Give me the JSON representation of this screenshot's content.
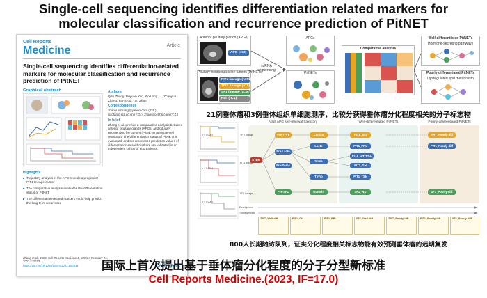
{
  "headline": {
    "line1": "Single-cell sequencing identifies differentiation related markers for",
    "line2": "molecular classification and recurrence prediction of PitNET"
  },
  "paper": {
    "brand_top": "Cell Reports",
    "brand_main": "Medicine",
    "type": "Article",
    "title": "Single-cell sequencing identifies differentiation-related markers for molecular classification and recurrence prediction of PitNET",
    "graphical_abstract": "Graphical abstract",
    "authors_heading": "Authors",
    "authors": "Qilin Zhang, Boyuan Yao, Xin Long, ..., Zhaoyun Zhang, Fan Guo, Yao Zhao",
    "correspondence_heading": "Correspondence",
    "correspondence": "zhaoyunzhang@yahoo.com (Z.Z.), guofan@ioz.ac.cn (F.G.), zhaoyao@hs.com (Y.Z.)",
    "in_brief_heading": "In brief",
    "in_brief": "Zhang et al. provide a comparative analysis between anterior pituitary glands (APGs) and pituitary neuroendocrine tumors (PitNETs) at single-cell resolution. The differentiation status of PitNETs is evaluated, and the recurrence prediction values of differentiation-related markers are validated in an independent cohort of 800 patients.",
    "highlights_heading": "Highlights",
    "highlights": [
      "Trajectory analysis in the APG reveals a progenitor PIT1 lineage cluster",
      "The comparative analysis evaluates the differentiation status of PitNET",
      "The differentiation-related markers could help predict the long-term recurrence"
    ],
    "citation": "Zhang et al., 2023, Cell Reports Medicine 4, 100934 February 21, 2023 © 2023",
    "doi": "https://doi.org/10.1016/j.xcrm.2023.100934",
    "publisher": "CellPress"
  },
  "workflow": {
    "apg_label": "Anterior pituitary glands (APGs)",
    "apg_chip": "APG (n=3)",
    "pitnet_label": "Pituitary neuroendocrine tumors (PitNETs)",
    "lineage_chips": [
      {
        "label": "PIT1 lineage (n=11)",
        "color": "#3b6fb6"
      },
      {
        "label": "TPIT lineage (n=5)",
        "color": "#e6a524"
      },
      {
        "label": "SF1 lineage (n=5)",
        "color": "#4aa05a"
      },
      {
        "label": "Null (n=1)",
        "color": "#8a8a8a"
      }
    ],
    "method_label": "scRNA sequencing",
    "apgs_panel": "APGs",
    "pitnets_panel": "PitNETs",
    "comparative": "Comparative analysis",
    "well_diff": "Well-differentiated PitNETs",
    "well_diff_sub": "Hormone-secreting pathways",
    "poorly_diff": "Poorly-differentiated PitNETs",
    "poorly_diff_sub": "Dysregulated lipid metabolism"
  },
  "caption_top": "21例垂体瘤和3例垂体组织单细胞测序，比较分获得垂体瘤分化程度相关的分子标志物",
  "analysis": {
    "lanes": [
      "Adult APG self-renewal trajectory",
      "Well-differentiated PitNETs",
      "Poorly-differentiated PitNETs"
    ],
    "lineages": [
      "TPIT lineage",
      "PIT1 lineage",
      "SF1 lineage"
    ],
    "stem": "STEM",
    "km_labels": [
      "p < 0.0001",
      "p < 0.0001",
      "p < 0.0001"
    ],
    "nodes": [
      {
        "label": "Pre-TPIT",
        "color": "#e6a524"
      },
      {
        "label": "Cortico",
        "color": "#e6a524"
      },
      {
        "label": "PIT1_WD",
        "color": "#e6a524"
      },
      {
        "label": "TPIT_Poorly-diff",
        "color": "#e6a524"
      },
      {
        "label": "Pre-Lacto",
        "color": "#3b6fb6"
      },
      {
        "label": "Lacto",
        "color": "#3b6fb6"
      },
      {
        "label": "PIT1_PRL",
        "color": "#3b6fb6"
      },
      {
        "label": "PIT1_Poorly-diff",
        "color": "#3b6fb6"
      },
      {
        "label": "Pre-Soma",
        "color": "#3b6fb6"
      },
      {
        "label": "Soma",
        "color": "#3b6fb6"
      },
      {
        "label": "PIT1_GH+PRL",
        "color": "#3b6fb6"
      },
      {
        "label": "PIT1_GH",
        "color": "#3b6fb6"
      },
      {
        "label": "Thyro",
        "color": "#3b6fb6"
      },
      {
        "label": "PIT1_TSH",
        "color": "#3b6fb6"
      },
      {
        "label": "Pre-SF1",
        "color": "#4aa05a"
      },
      {
        "label": "Gonado",
        "color": "#4aa05a"
      },
      {
        "label": "SF1_WD",
        "color": "#4aa05a"
      },
      {
        "label": "SF1_Poorly-diff",
        "color": "#4aa05a"
      }
    ],
    "tables": [
      "TPIT_Well-diff",
      "PIT1_GH",
      "PIT1_PRL",
      "SF1_Well-diff",
      "TPIT_Poorly-diff",
      "PIT1_Poorly-diff",
      "SF1_Poorly-diff"
    ],
    "axis_development": "Development",
    "axis_tumorigenesis": "Tumorigenesis"
  },
  "caption_bottom": "800人长期随访队列，证实分化程度相关标志物能有效预测垂体瘤的远期复发",
  "cn_title": "国际上首次提出基于垂体瘤分化程度的分子分型新标准",
  "journal": "Cell Reports Medicine.(2023, IF=17.0)"
}
